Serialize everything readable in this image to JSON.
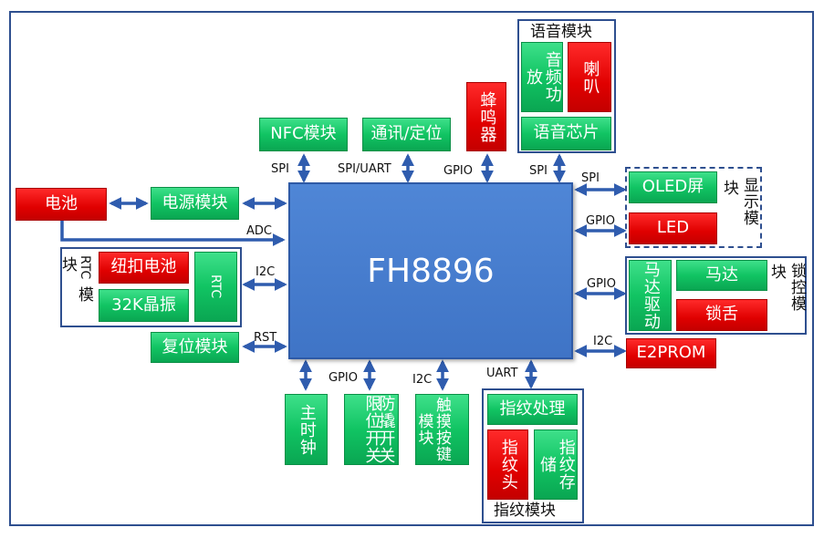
{
  "cpu": "FH8896",
  "modules": {
    "battery": "电池",
    "power": "电源模块",
    "coin_cell": "纽扣电池",
    "crystal": "32K晶振",
    "rtc": "RTC",
    "rtc_group": "RTC模块",
    "reset": "复位模块",
    "nfc": "NFC模块",
    "comm": "通讯/定位",
    "buzzer": "蜂鸣器",
    "audio_amp": "音频功放",
    "speaker": "喇叭",
    "voice_chip": "语音芯片",
    "voice_group": "语音模块",
    "oled": "OLED屏",
    "led": "LED",
    "display_group": "显示模块",
    "motor_driver": "马达驱动",
    "motor": "马达",
    "lock_tongue": "锁舌",
    "lock_group": "锁控模块",
    "eeprom": "E2PROM",
    "master_clock": "主时钟",
    "limit_switch": "限位开关",
    "anti_pry_switch": "防撬开关",
    "touch_keys": "触摸按键",
    "touch_module": "模块",
    "fp_processing": "指纹处理",
    "fp_head": "指纹头",
    "fp_storage": "指纹存储",
    "fp_group": "指纹模块"
  },
  "interfaces": {
    "spi_nfc": "SPI",
    "spi_uart": "SPI/UART",
    "gpio_buzzer": "GPIO",
    "spi_voice": "SPI",
    "spi_display": "SPI",
    "gpio_led": "GPIO",
    "gpio_lock": "GPIO",
    "i2c_eeprom": "I2C",
    "adc": "ADC",
    "i2c_rtc": "I2C",
    "rst": "RST",
    "gpio_bottom": "GPIO",
    "i2c_touch": "I2C",
    "uart_fp": "UART"
  }
}
